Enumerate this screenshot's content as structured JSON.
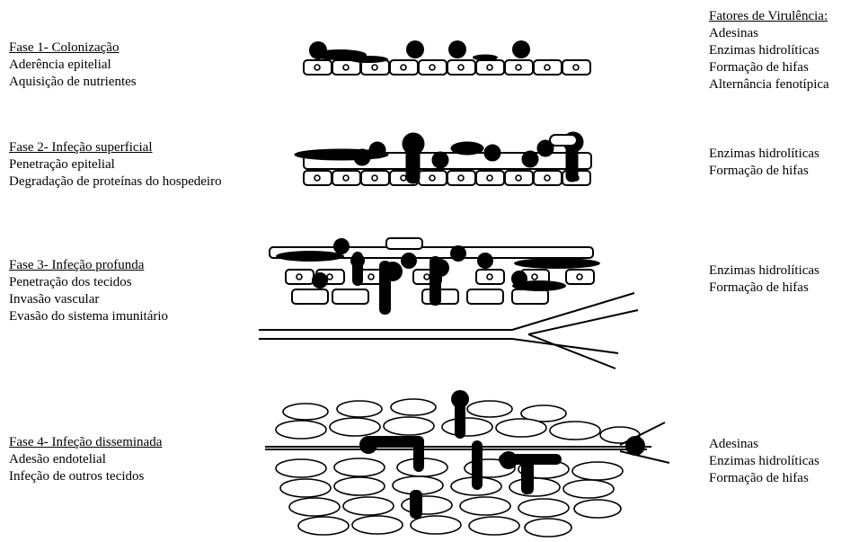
{
  "factors_heading": "Fatores de Virulência:",
  "phases": [
    {
      "title": "Fase 1- Colonização",
      "lines": [
        "Aderência epitelial",
        "Aquisição de nutrientes"
      ],
      "factors": [
        "Adesinas",
        "Enzimas hidrolíticas",
        "Formação de hifas",
        "Alternância fenotípica"
      ]
    },
    {
      "title": "Fase 2- Infeção superficial",
      "lines": [
        "Penetração epitelial",
        "Degradação de proteínas do hospedeiro"
      ],
      "factors": [
        "Enzimas hidrolíticas",
        "Formação de hifas"
      ]
    },
    {
      "title": "Fase 3- Infeção profunda",
      "lines": [
        "Penetração dos tecidos",
        "Invasão vascular",
        "Evasão do sistema imunitário"
      ],
      "factors": [
        "Enzimas hidrolíticas",
        "Formação de hifas"
      ]
    },
    {
      "title": "Fase 4- Infeção disseminada",
      "lines": [
        "Adesão endotelial",
        "Infeção de outros tecidos"
      ],
      "factors": [
        "Adesinas",
        "Enzimas hidrolíticas",
        "Formação de hifas"
      ]
    }
  ]
}
